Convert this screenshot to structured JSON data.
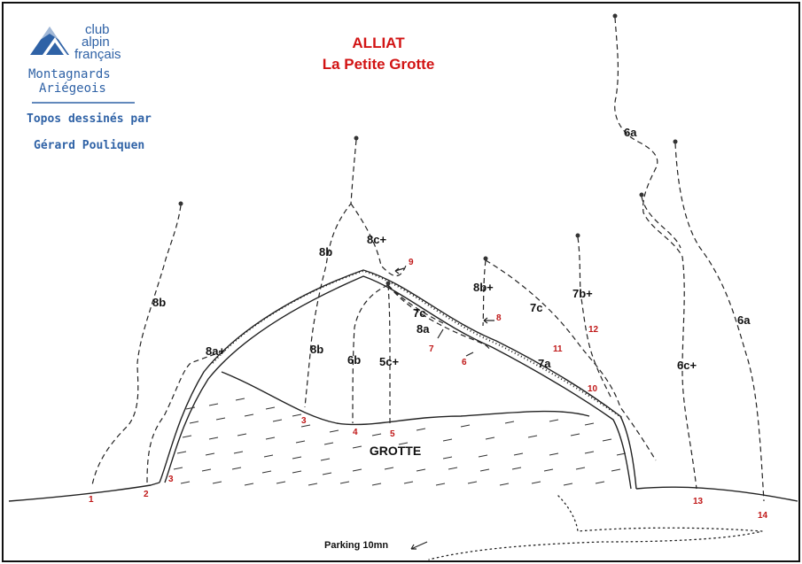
{
  "logo": {
    "line1": "club",
    "line2": "alpin",
    "line3": "français",
    "line4": "Montagnards",
    "line5": "Ariégeois"
  },
  "credit": {
    "line1": "Topos dessinés par",
    "line2": "Gérard Pouliquen"
  },
  "title": {
    "main": "ALLIAT",
    "sub": "La Petite Grotte"
  },
  "cave_label": "GROTTE",
  "parking_label": "Parking 10mn",
  "grades": [
    "8b",
    "8a+",
    "8b",
    "8c+",
    "8b",
    "6b",
    "5c+",
    "7c",
    "8a",
    "8b+",
    "7c",
    "7a",
    "7b+",
    "6a",
    "6c+",
    "6a"
  ],
  "route_numbers": [
    "1",
    "2",
    "3",
    "3",
    "4",
    "5",
    "6",
    "7",
    "8",
    "9",
    "10",
    "11",
    "12",
    "13",
    "14"
  ],
  "colors": {
    "logo_blue": "#2f62a6",
    "title_red": "#d21414",
    "number_red": "#c01818",
    "ink": "#222222"
  }
}
